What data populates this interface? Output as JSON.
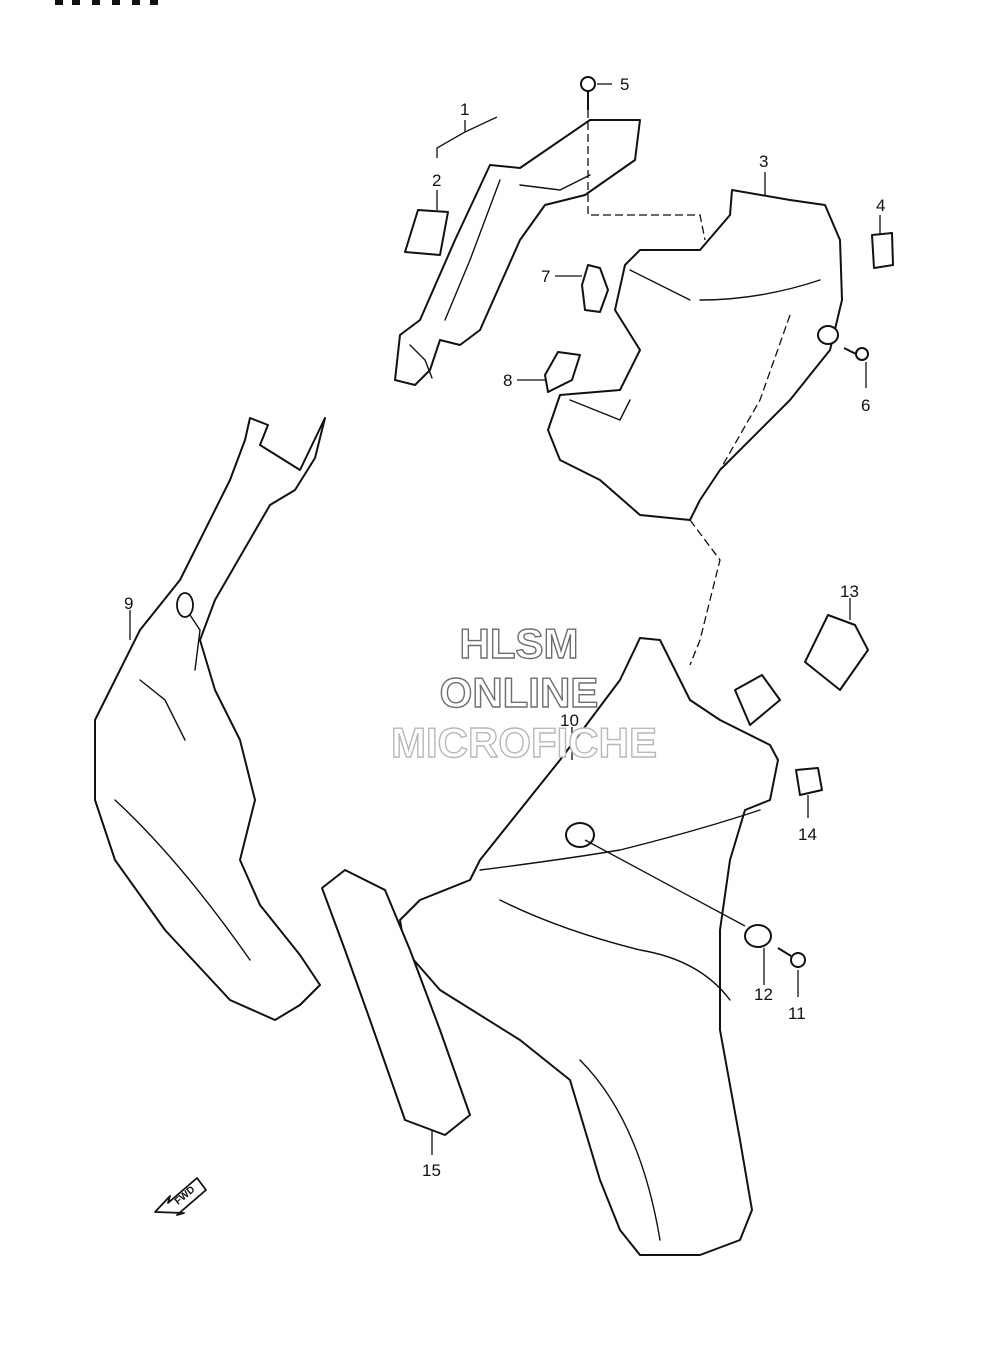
{
  "callouts": [
    {
      "id": "1",
      "text": "1"
    },
    {
      "id": "2",
      "text": "2"
    },
    {
      "id": "3",
      "text": "3"
    },
    {
      "id": "4",
      "text": "4"
    },
    {
      "id": "5",
      "text": "5"
    },
    {
      "id": "6",
      "text": "6"
    },
    {
      "id": "7",
      "text": "7"
    },
    {
      "id": "8",
      "text": "8"
    },
    {
      "id": "9",
      "text": "9"
    },
    {
      "id": "10",
      "text": "10"
    },
    {
      "id": "11",
      "text": "11"
    },
    {
      "id": "12",
      "text": "12"
    },
    {
      "id": "13",
      "text": "13"
    },
    {
      "id": "14",
      "text": "14"
    },
    {
      "id": "15",
      "text": "15"
    }
  ],
  "watermark": {
    "line1": "HLSM",
    "line2": "ONLINE",
    "line3": "MICROFICHE"
  },
  "fwd_arrow_label": "FWD"
}
